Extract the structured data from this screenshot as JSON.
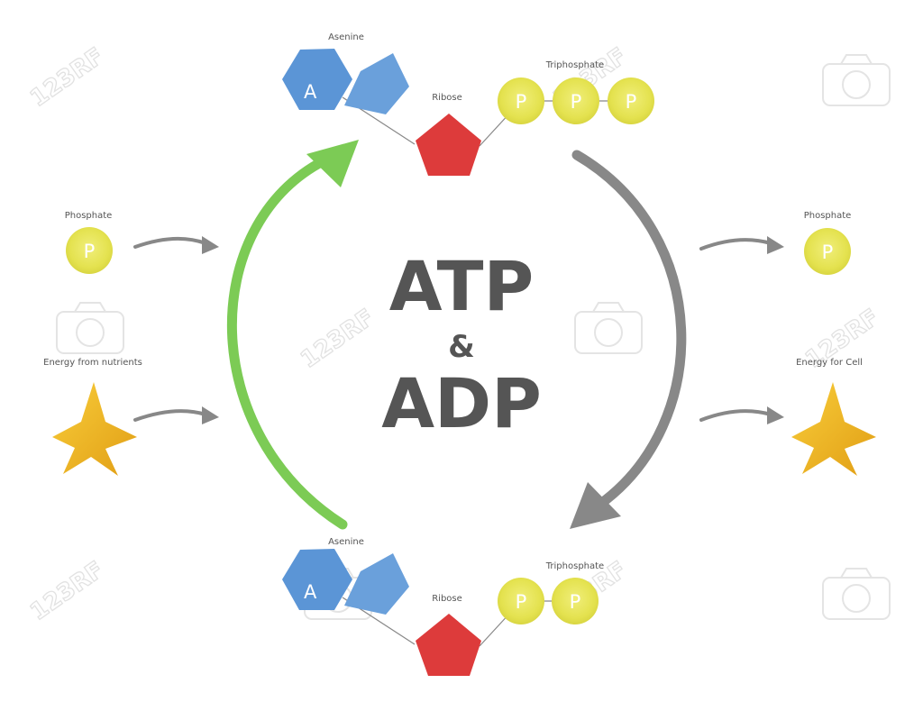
{
  "title": {
    "line1": "ATP",
    "line2": "&",
    "line3": "ADP"
  },
  "atp_molecule": {
    "base_label": "Asenine",
    "base_letter": "A",
    "sugar_label": "Ribose",
    "phosphate_group_label": "Triphosphate",
    "phosphate_letter": "P",
    "phosphate_count": 3
  },
  "adp_molecule": {
    "base_label": "Asenine",
    "base_letter": "A",
    "sugar_label": "Ribose",
    "phosphate_group_label": "Triphosphate",
    "phosphate_letter": "P",
    "phosphate_count": 2
  },
  "left_inputs": {
    "phosphate_label": "Phosphate",
    "phosphate_letter": "P",
    "energy_label": "Energy from nutrients"
  },
  "right_outputs": {
    "phosphate_label": "Phosphate",
    "phosphate_letter": "P",
    "energy_label": "Energy for Cell"
  },
  "watermark_text": "123RF",
  "colors": {
    "adenine_blue": "#5b95d6",
    "ribose_red": "#dd3b3b",
    "phosphate_yellow": "#e2e04f",
    "synthesis_arrow_green": "#7ccb55",
    "hydrolysis_arrow_gray": "#888888",
    "energy_star_gold": "#eeb522",
    "title_text": "#555555"
  }
}
